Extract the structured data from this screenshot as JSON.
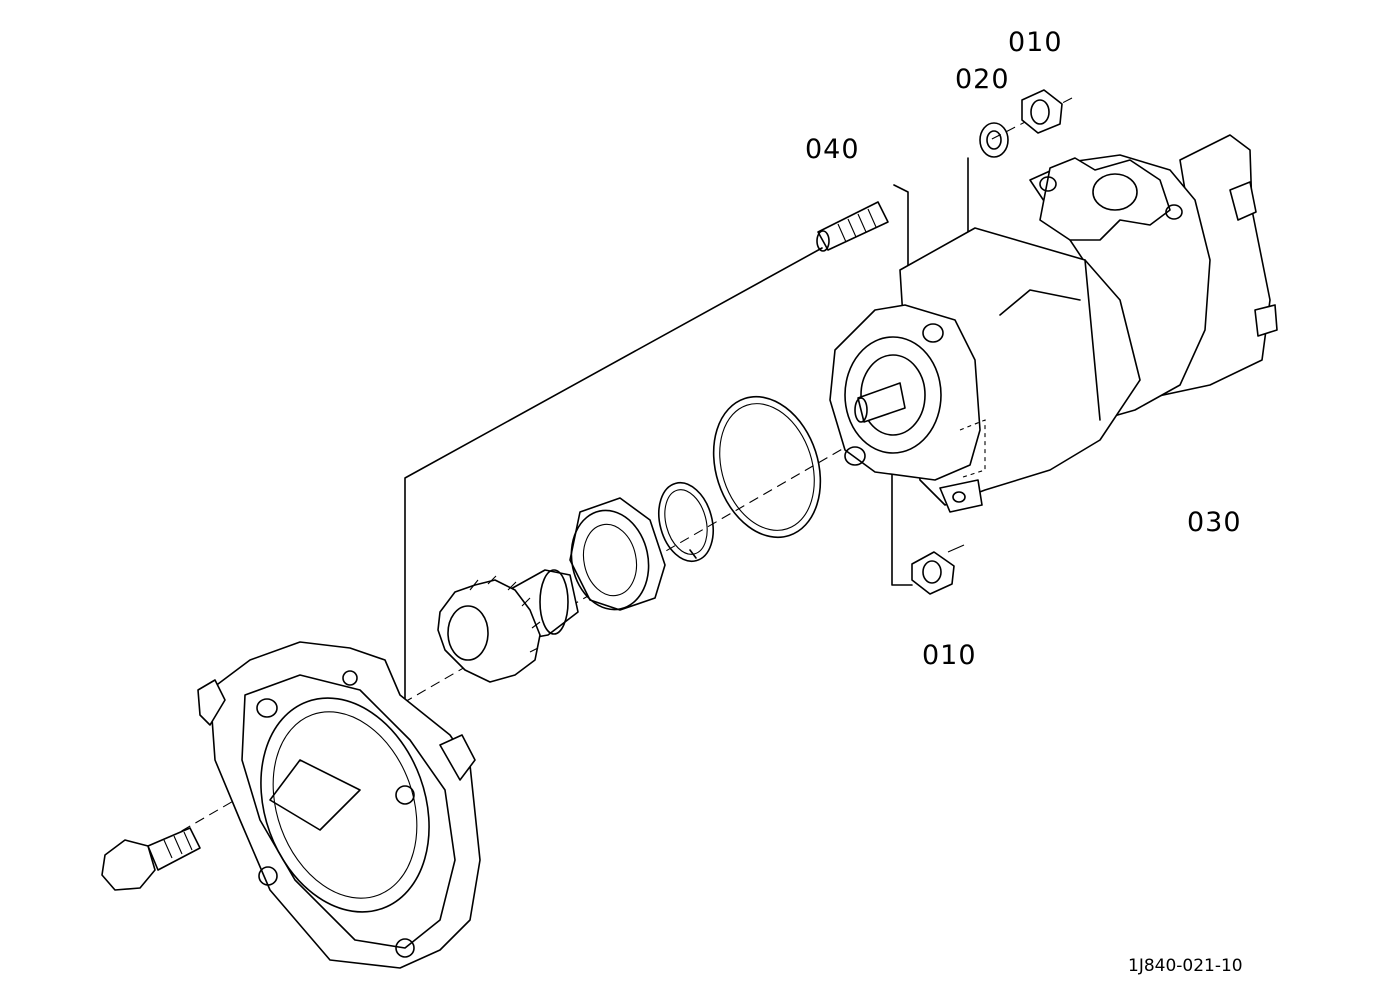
{
  "labels": {
    "nut_top": "010",
    "washer": "020",
    "stud": "040",
    "pump_assembly": "030",
    "nut_bottom": "010"
  },
  "drawing_reference": "1J840-021-10"
}
